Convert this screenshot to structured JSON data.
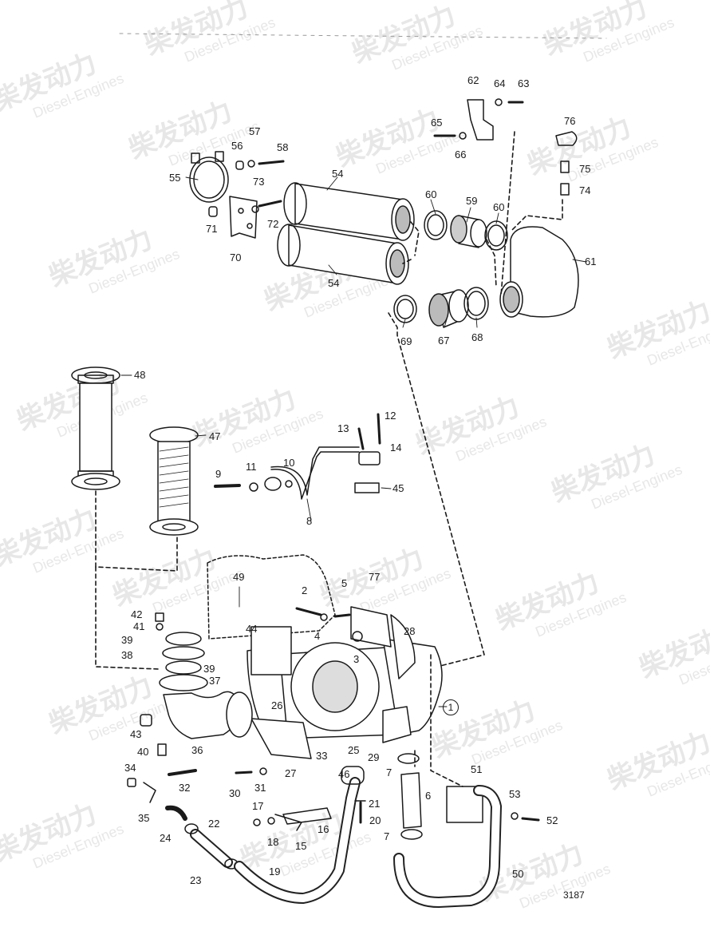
{
  "watermark": {
    "text_cn": "柴发动力",
    "text_en": "Diesel-Engines"
  },
  "drawing_number": "3187",
  "callouts": {
    "c1": "1",
    "c2": "2",
    "c3": "3",
    "c4": "4",
    "c5": "5",
    "c6": "6",
    "c7a": "7",
    "c7b": "7",
    "c8": "8",
    "c9": "9",
    "c10": "10",
    "c11": "11",
    "c12": "12",
    "c13": "13",
    "c14": "14",
    "c15": "15",
    "c16": "16",
    "c17": "17",
    "c18": "18",
    "c19": "19",
    "c20": "20",
    "c21": "21",
    "c22": "22",
    "c23": "23",
    "c24": "24",
    "c25": "25",
    "c26": "26",
    "c27": "27",
    "c28": "28",
    "c29": "29",
    "c30": "30",
    "c31": "31",
    "c32": "32",
    "c33": "33",
    "c34": "34",
    "c35": "35",
    "c36": "36",
    "c37": "37",
    "c38": "38",
    "c39a": "39",
    "c39b": "39",
    "c40": "40",
    "c41": "41",
    "c42": "42",
    "c43": "43",
    "c44": "44",
    "c45": "45",
    "c46": "46",
    "c47": "47",
    "c48": "48",
    "c49": "49",
    "c50": "50",
    "c51": "51",
    "c52": "52",
    "c53": "53",
    "c54a": "54",
    "c54b": "54",
    "c55": "55",
    "c56": "56",
    "c57": "57",
    "c58": "58",
    "c59": "59",
    "c60a": "60",
    "c60b": "60",
    "c61": "61",
    "c62": "62",
    "c63": "63",
    "c64": "64",
    "c65": "65",
    "c66": "66",
    "c67": "67",
    "c68": "68",
    "c69": "69",
    "c70": "70",
    "c71": "71",
    "c72": "72",
    "c73": "73",
    "c74": "74",
    "c75": "75",
    "c76": "76",
    "c77": "77"
  }
}
